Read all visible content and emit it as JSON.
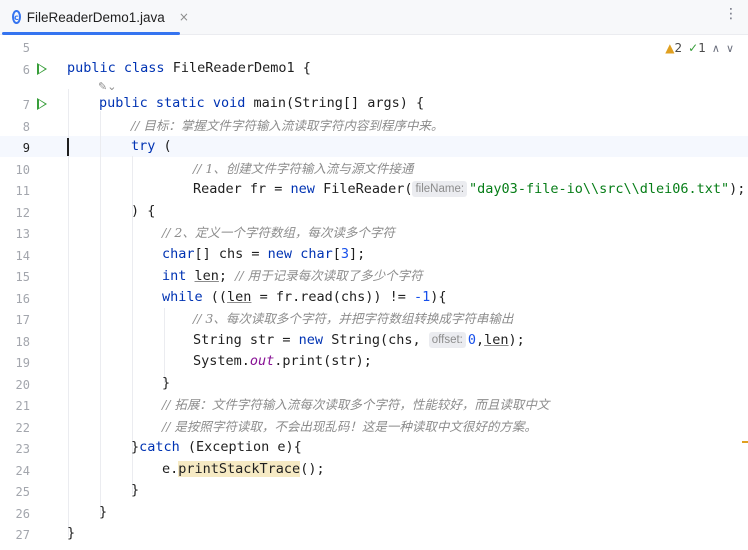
{
  "tab": {
    "title": "FileReaderDemo1.java",
    "close": "×",
    "more": "⋮"
  },
  "inspections": {
    "warnings": "2",
    "checks": "1",
    "up": "∧",
    "down": "∨"
  },
  "line_numbers": [
    "5",
    "6",
    "7",
    "8",
    "9",
    "10",
    "11",
    "12",
    "13",
    "14",
    "15",
    "16",
    "17",
    "18",
    "19",
    "20",
    "21",
    "22",
    "23",
    "24",
    "25",
    "26",
    "27"
  ],
  "code": {
    "l6": [
      "public ",
      "class ",
      "FileReaderDemo1 {"
    ],
    "l7": [
      "public ",
      "static ",
      "void ",
      "main(String[] args) {"
    ],
    "l8": "// 目标：掌握文件字符输入流读取字符内容到程序中来。",
    "l9": [
      "try ",
      "("
    ],
    "l10": "// 1、创建文件字符输入流与源文件接通",
    "l11": [
      "Reader fr = ",
      "new ",
      "FileReader(",
      "fileName:",
      "\"day03-file-io\\\\src\\\\dlei06.txt\"",
      ");"
    ],
    "l12": ") {",
    "l13": "// 2、定义一个字符数组，每次读多个字符",
    "l14": [
      "char",
      "[] chs = ",
      "new ",
      "char",
      "[",
      "3",
      "];"
    ],
    "l15": [
      "int ",
      "len",
      "; ",
      "// 用于记录每次读取了多少个字符"
    ],
    "l16": [
      "while ",
      "((",
      "len",
      " = fr.read(chs)) != ",
      "-1",
      "){"
    ],
    "l17": "// 3、每次读取多个字符，并把字符数组转换成字符串输出",
    "l18": [
      "String str = ",
      "new ",
      "String(chs, ",
      "offset:",
      "0",
      ",",
      "len",
      ");"
    ],
    "l19": [
      "System.",
      "out",
      ".print(str);"
    ],
    "l20": "}",
    "l21": "// 拓展：文件字符输入流每次读取多个字符，性能较好，而且读取中文",
    "l22": "// 是按照字符读取，不会出现乱码！这是一种读取中文很好的方案。",
    "l23": [
      "}",
      "catch ",
      "(Exception e){"
    ],
    "l24": [
      "e.",
      "printStackTrace",
      "();"
    ],
    "l25": "}",
    "l26": "}",
    "l27": "}"
  }
}
